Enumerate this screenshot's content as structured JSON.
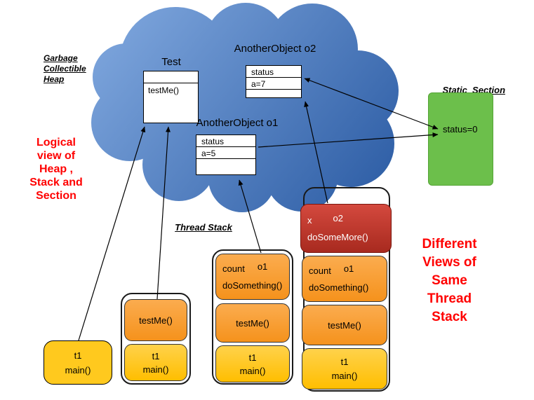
{
  "colors": {
    "cloud_top": "#7EA6DD",
    "cloud_bottom": "#2C5CA4",
    "static_green": "#6CBF4B",
    "orange_frame": "#F5921C",
    "yellow_frame": "#FFC91E",
    "red_frame": "#C0392B",
    "annotation_red": "#FF0000"
  },
  "labels": {
    "garbage_heap": {
      "lines": [
        "Garbage",
        "Collectible",
        "Heap"
      ]
    },
    "logical_view": {
      "lines": [
        "Logical",
        "view of",
        "Heap ,",
        "Stack and",
        "Section"
      ]
    },
    "different_views": {
      "lines": [
        "Different",
        "Views of",
        "Same",
        "Thread",
        "Stack"
      ]
    },
    "thread_stack": "Thread Stack",
    "static_section": "Static  Section"
  },
  "heap": {
    "test": {
      "title": "Test",
      "method": "testMe()"
    },
    "o2": {
      "title": "AnotherObject o2",
      "field": "status",
      "value": "a=7"
    },
    "o1": {
      "title": "AnotherObject o1",
      "field": "status",
      "value": "a=5"
    }
  },
  "static_box": {
    "value": "status=0"
  },
  "stacks": {
    "s1": {
      "t1": "t1",
      "main": "main()"
    },
    "s2": {
      "testme": "testMe()",
      "t1": "t1",
      "main": "main()"
    },
    "s3": {
      "count": "count",
      "ref": "o1",
      "dosomething": "doSomething()",
      "testme": "testMe()",
      "t1": "t1",
      "main": "main()"
    },
    "s4": {
      "x": "x",
      "ref": "o2",
      "dosomemore": "doSomeMore()",
      "count": "count",
      "count_ref": "o1",
      "dosomething": "doSomething()",
      "testme": "testMe()",
      "t1": "t1",
      "main": "main()"
    }
  }
}
